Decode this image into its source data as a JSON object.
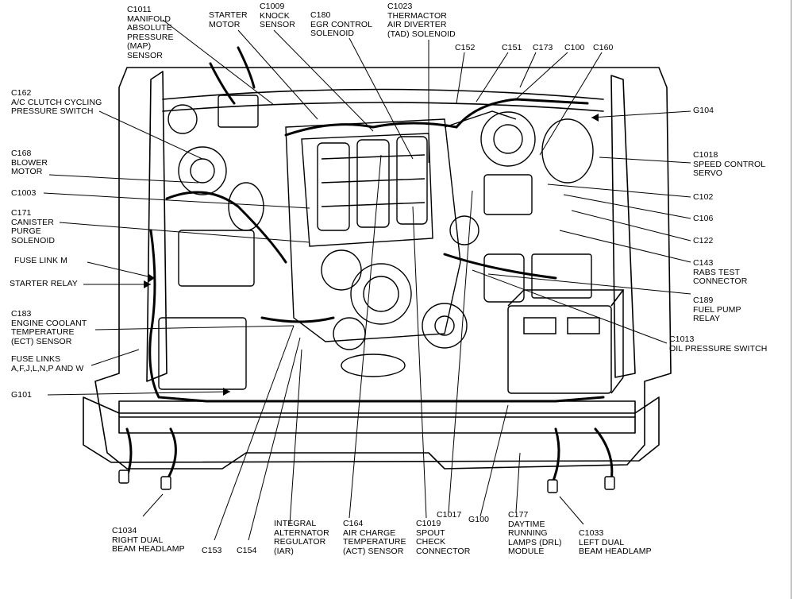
{
  "labels": {
    "c1011": "C1011\nMANIFOLD\nABSOLUTE\nPRESSURE\n(MAP)\nSENSOR",
    "starter_motor": "STARTER\nMOTOR",
    "c1009": "C1009\nKNOCK\nSENSOR",
    "c180": "C180\nEGR CONTROL\nSOLENOID",
    "c1023": "C1023\nTHERMACTOR\nAIR DIVERTER\n(TAD) SOLENOID",
    "c152": "C152",
    "c151": "C151",
    "c173": "C173",
    "c100": "C100",
    "c160": "C160",
    "c162": "C162\nA/C CLUTCH CYCLING\nPRESSURE SWITCH",
    "g104": "G104",
    "c168": "C168\nBLOWER\nMOTOR",
    "c1018": "C1018\nSPEED CONTROL\nSERVO",
    "c1003": "C1003",
    "c102": "C102",
    "c171": "C171\nCANISTER\nPURGE\nSOLENOID",
    "c106": "C106",
    "c122": "C122",
    "fuse_link_m": "FUSE LINK M",
    "c143": "C143\nRABS TEST\nCONNECTOR",
    "starter_relay": "STARTER RELAY",
    "c189": "C189\nFUEL PUMP\nRELAY",
    "c183": "C183\nENGINE COOLANT\nTEMPERATURE\n(ECT) SENSOR",
    "c1013": "C1013\nOIL PRESSURE SWITCH",
    "fuse_links": "FUSE LINKS\nA,F,J,L,N,P AND W",
    "g101": "G101",
    "c1034": "C1034\nRIGHT DUAL\nBEAM HEADLAMP",
    "c153": "C153",
    "c154": "C154",
    "iar": "INTEGRAL\nALTERNATOR\nREGULATOR\n(IAR)",
    "c164": "C164\nAIR CHARGE\nTEMPERATURE\n(ACT) SENSOR",
    "c1019": "C1019\nSPOUT\nCHECK\nCONNECTOR",
    "c1017": "C1017",
    "g100": "G100",
    "c177": "C177\nDAYTIME\nRUNNING\nLAMPS (DRL)\nMODULE",
    "c1033": "C1033\nLEFT DUAL\nBEAM HEADLAMP"
  }
}
